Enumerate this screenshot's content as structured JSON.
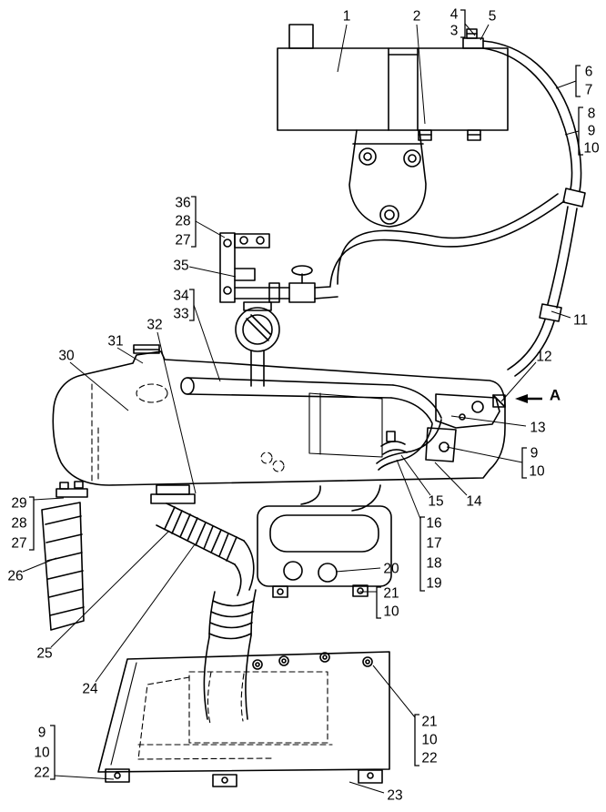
{
  "colors": {
    "line": "#000000",
    "background": "#ffffff"
  },
  "callouts": [
    {
      "id": "callout-1",
      "label": "1"
    },
    {
      "id": "callout-2",
      "label": "2"
    },
    {
      "id": "callout-4",
      "label": "4"
    },
    {
      "id": "callout-3",
      "label": "3"
    },
    {
      "id": "callout-5",
      "label": "5"
    },
    {
      "id": "callout-6",
      "label": "6"
    },
    {
      "id": "callout-7",
      "label": "7"
    },
    {
      "id": "callout-8",
      "label": "8"
    },
    {
      "id": "callout-9-right",
      "label": "9"
    },
    {
      "id": "callout-10-right",
      "label": "10"
    },
    {
      "id": "callout-11",
      "label": "11"
    },
    {
      "id": "callout-12",
      "label": "12"
    },
    {
      "id": "view-a",
      "label": "A"
    },
    {
      "id": "callout-13",
      "label": "13"
    },
    {
      "id": "callout-9-mid",
      "label": "9"
    },
    {
      "id": "callout-10-mid",
      "label": "10"
    },
    {
      "id": "callout-14",
      "label": "14"
    },
    {
      "id": "callout-15",
      "label": "15"
    },
    {
      "id": "callout-16",
      "label": "16"
    },
    {
      "id": "callout-17",
      "label": "17"
    },
    {
      "id": "callout-18",
      "label": "18"
    },
    {
      "id": "callout-19",
      "label": "19"
    },
    {
      "id": "callout-20",
      "label": "20"
    },
    {
      "id": "callout-21-mid",
      "label": "21"
    },
    {
      "id": "callout-10-heater",
      "label": "10"
    },
    {
      "id": "callout-21-bottom",
      "label": "21"
    },
    {
      "id": "callout-10-bottom",
      "label": "10"
    },
    {
      "id": "callout-22-bottom",
      "label": "22"
    },
    {
      "id": "callout-23",
      "label": "23"
    },
    {
      "id": "callout-36",
      "label": "36"
    },
    {
      "id": "callout-28-upper",
      "label": "28"
    },
    {
      "id": "callout-27-upper",
      "label": "27"
    },
    {
      "id": "callout-35",
      "label": "35"
    },
    {
      "id": "callout-34",
      "label": "34"
    },
    {
      "id": "callout-33",
      "label": "33"
    },
    {
      "id": "callout-32",
      "label": "32"
    },
    {
      "id": "callout-31",
      "label": "31"
    },
    {
      "id": "callout-30",
      "label": "30"
    },
    {
      "id": "callout-29",
      "label": "29"
    },
    {
      "id": "callout-28-lower",
      "label": "28"
    },
    {
      "id": "callout-27-lower",
      "label": "27"
    },
    {
      "id": "callout-26",
      "label": "26"
    },
    {
      "id": "callout-25",
      "label": "25"
    },
    {
      "id": "callout-24",
      "label": "24"
    },
    {
      "id": "callout-9-bottom",
      "label": "9"
    },
    {
      "id": "callout-10-bottom-left",
      "label": "10"
    },
    {
      "id": "callout-22-bottom-left",
      "label": "22"
    }
  ]
}
